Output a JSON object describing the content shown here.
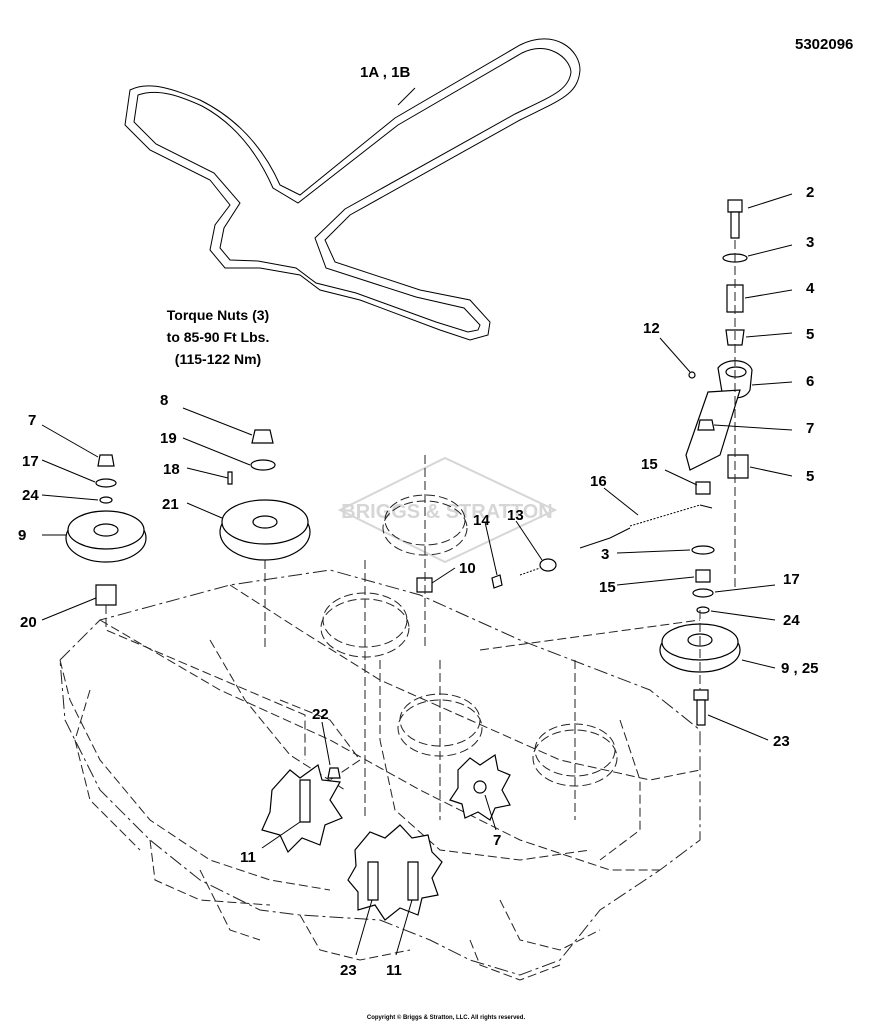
{
  "drawing_number": "5302096",
  "torque_note": {
    "line1": "Torque Nuts (3)",
    "line2": "to 85-90 Ft Lbs.",
    "line3": "(115-122 Nm)"
  },
  "watermark": "BRIGGS & STRATTON",
  "copyright": "Copyright © Briggs & Stratton, LLC. All rights reserved.",
  "callouts": {
    "belt": "1A , 1B",
    "c2": "2",
    "c3_top": "3",
    "c4": "4",
    "c5_top": "5",
    "c12": "12",
    "c6": "6",
    "c7_right": "7",
    "c15_top": "15",
    "c5_lower": "5",
    "c16": "16",
    "c13": "13",
    "c14": "14",
    "c3_mid": "3",
    "c15_mid": "15",
    "c17_right": "17",
    "c24_right": "24",
    "c9_25": "9 , 25",
    "c23_right": "23",
    "c10": "10",
    "c8": "8",
    "c19": "19",
    "c18": "18",
    "c21": "21",
    "c7_left": "7",
    "c17_left": "17",
    "c24_left": "24",
    "c9_left": "9",
    "c20": "20",
    "c22": "22",
    "c11_left": "11",
    "c7_bottom": "7",
    "c23_bottom": "23",
    "c11_bottom": "11"
  }
}
